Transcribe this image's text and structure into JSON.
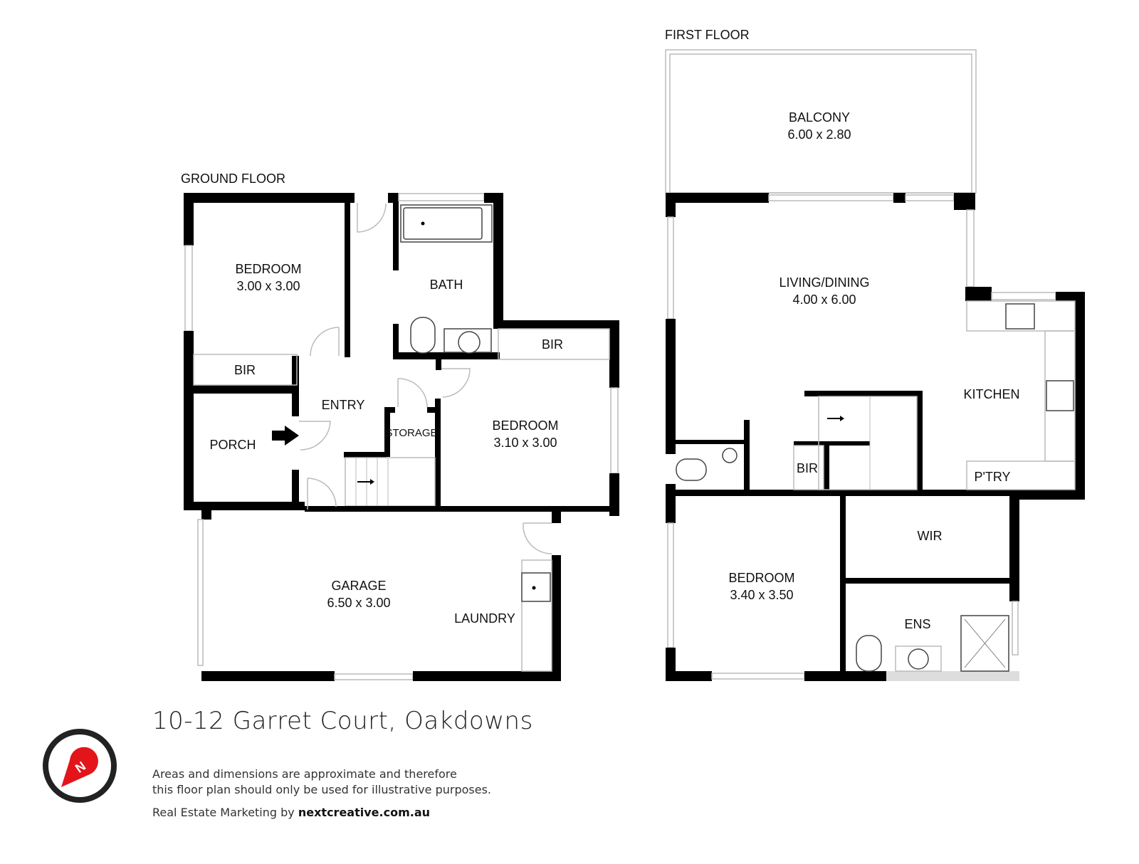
{
  "ground_floor": {
    "heading": "GROUND FLOOR",
    "rooms": {
      "bedroom1": {
        "name": "BEDROOM",
        "size": "3.00 x 3.00"
      },
      "bir1": {
        "name": "BIR"
      },
      "bath": {
        "name": "BATH"
      },
      "bir2": {
        "name": "BIR"
      },
      "entry": {
        "name": "ENTRY"
      },
      "porch": {
        "name": "PORCH"
      },
      "storage": {
        "name": "STORAGE"
      },
      "bedroom2": {
        "name": "BEDROOM",
        "size": "3.10 x 3.00"
      },
      "garage": {
        "name": "GARAGE",
        "size": "6.50 x 3.00"
      },
      "laundry": {
        "name": "LAUNDRY"
      }
    }
  },
  "first_floor": {
    "heading": "FIRST FLOOR",
    "rooms": {
      "balcony": {
        "name": "BALCONY",
        "size": "6.00 x 2.80"
      },
      "living": {
        "name": "LIVING/DINING",
        "size": "4.00 x 6.00"
      },
      "kitchen": {
        "name": "KITCHEN"
      },
      "pantry": {
        "name": "P'TRY"
      },
      "bir": {
        "name": "BIR"
      },
      "bedroom": {
        "name": "BEDROOM",
        "size": "3.40 x 3.50"
      },
      "wir": {
        "name": "WIR"
      },
      "ens": {
        "name": "ENS"
      }
    }
  },
  "footer": {
    "address": "10-12 Garret Court, Oakdowns",
    "disclaimer_line1": "Areas and dimensions are approximate and therefore",
    "disclaimer_line2": "this floor plan should only be used for illustrative purposes.",
    "credit_prefix": "Real Estate Marketing by",
    "credit_site": "nextcreative.com.au",
    "logo_letter": "N"
  },
  "colors": {
    "wall": "#000000",
    "logo_red": "#e3151a",
    "logo_ring": "#222222"
  }
}
